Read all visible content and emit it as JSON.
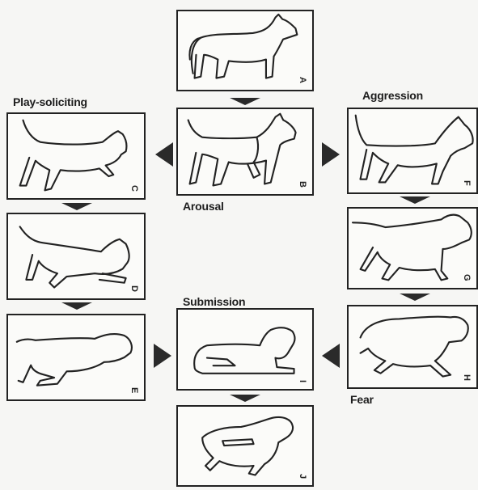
{
  "labels": {
    "play_soliciting": "Play-soliciting",
    "aggression": "Aggression",
    "arousal": "Arousal",
    "submission": "Submission",
    "fear": "Fear"
  },
  "panels": {
    "A": "A",
    "B": "B",
    "C": "C",
    "D": "D",
    "E": "E",
    "F": "F",
    "G": "G",
    "H": "H",
    "I": "I",
    "J": "J"
  }
}
